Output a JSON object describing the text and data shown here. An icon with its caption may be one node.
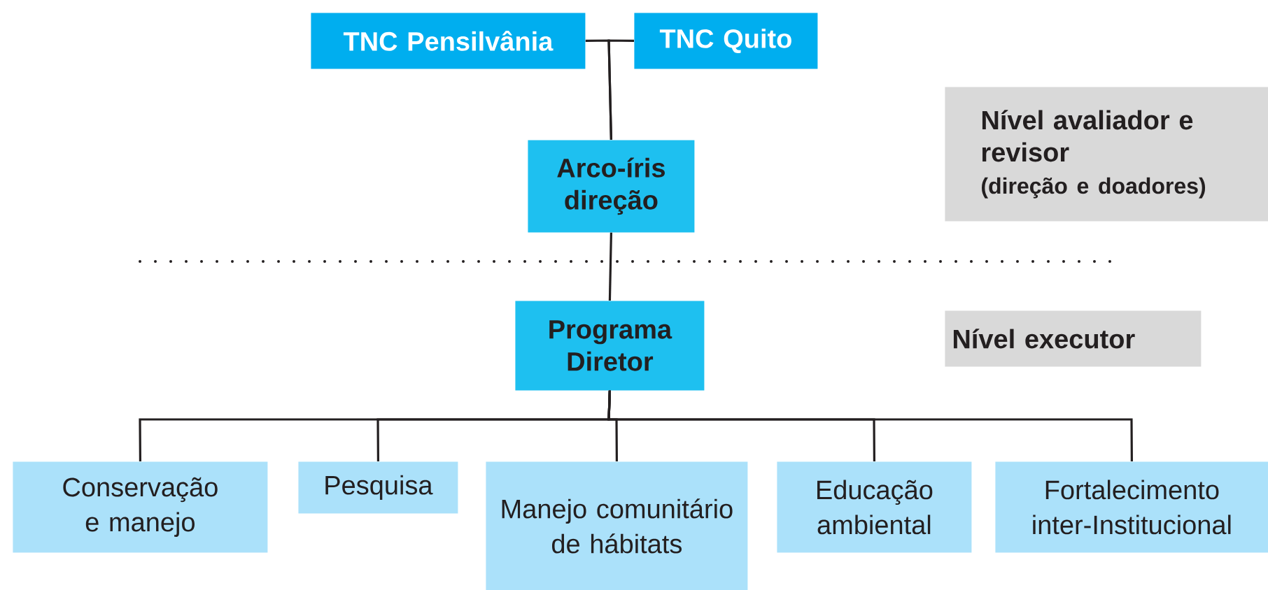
{
  "diagram": {
    "nodes": [
      {
        "text": [
          "TNC Pensilvânia"
        ]
      },
      {
        "text": [
          "TNC Quito"
        ]
      },
      {
        "text": [
          "Arco-íris direção"
        ]
      },
      {
        "text": [
          "Programa Diretor"
        ]
      },
      {
        "text": [
          "Nível avaliador e revisor",
          "(direção e doadores)"
        ]
      },
      {
        "text": [
          "Nível executor"
        ]
      },
      {
        "text": [
          "Conservação e manejo"
        ]
      },
      {
        "text": [
          "Pesquisa"
        ]
      },
      {
        "text": [
          "Manejo comunitário de hábitats"
        ]
      },
      {
        "text": [
          "Educação ambiental"
        ]
      },
      {
        "text": [
          "Fortalecimento inter-Institucional"
        ]
      }
    ],
    "edges": [
      {
        "from": 0,
        "to": 2,
        "arrow": "none"
      },
      {
        "from": 1,
        "to": 2,
        "arrow": "none"
      },
      {
        "from": 2,
        "to": 3,
        "arrow": "none"
      },
      {
        "from": 3,
        "to": 6,
        "arrow": "none"
      },
      {
        "from": 3,
        "to": 7,
        "arrow": "none"
      },
      {
        "from": 3,
        "to": 8,
        "arrow": "none"
      },
      {
        "from": 3,
        "to": 9,
        "arrow": "none"
      },
      {
        "from": 3,
        "to": 10,
        "arrow": "none"
      }
    ]
  }
}
